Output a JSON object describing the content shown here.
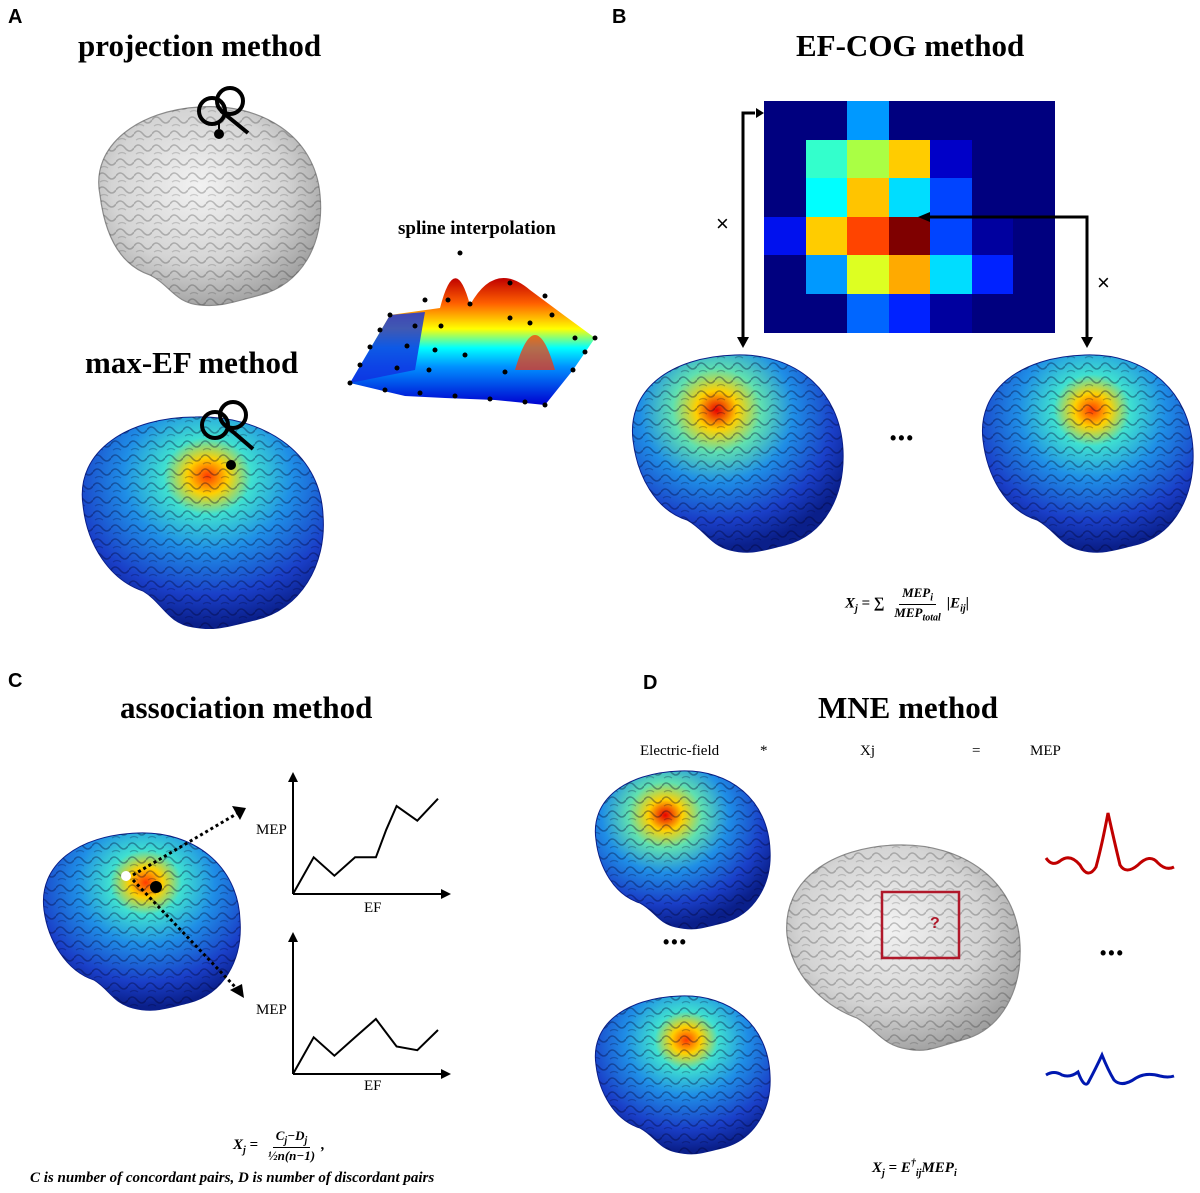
{
  "figure": {
    "panels": [
      {
        "letter": "A",
        "title": "projection method",
        "subtitle_2": "max-EF method",
        "inset_title": "spline interpolation"
      },
      {
        "letter": "B",
        "title": "EF-COG method",
        "cross_left": "×",
        "cross_right": "×",
        "ellipsis": "•••",
        "formula": {
          "lhs": "X",
          "lhs_sub": "j",
          "eq": " = ∑",
          "num": "MEP",
          "num_sub": "i",
          "den": "MEP",
          "den_sub": "total",
          "tail": "|E",
          "tail_sub": "ij",
          "tail_end": "|"
        }
      },
      {
        "letter": "C",
        "title": "association method",
        "top_chart": {
          "ylabel": "MEP",
          "xlabel": "EF"
        },
        "bottom_chart": {
          "ylabel": "MEP",
          "xlabel": "EF"
        },
        "formula": {
          "lhs": "X",
          "lhs_sub": "j",
          "eq": " = ",
          "num": "C",
          "num_sub": "j",
          "num_mid": "−D",
          "num_sub2": "j",
          "den": "½n(n−1)",
          "tail": ",",
          "line2": "C is number of concordant pairs, D is number of discordant pairs"
        }
      },
      {
        "letter": "D",
        "title": "MNE method",
        "header_labels": [
          "Electric-field",
          "*",
          "Xj",
          "=",
          "MEP"
        ],
        "question_mark": "?",
        "ellipsis_left": "•••",
        "ellipsis_right": "•••",
        "formula": {
          "lhs": "X",
          "lhs_sub": "j",
          "eq": " = E",
          "e_sup": "†",
          "e_sub": "ij",
          "tail": "MEP",
          "tail_sub": "i"
        }
      }
    ]
  },
  "chart_data": [
    {
      "type": "heatmap",
      "title": "EF-COG method grid",
      "rows": 6,
      "cols": 7,
      "colormap": "jet",
      "cells": [
        [
          "#00007f",
          "#00007f",
          "#0099ff",
          "#00007f",
          "#00007f",
          "#00007f",
          "#00007f"
        ],
        [
          "#00007f",
          "#33ffcc",
          "#aaff44",
          "#ffcc00",
          "#0000c8",
          "#00007f",
          "#00007f"
        ],
        [
          "#00007f",
          "#00ffff",
          "#ffc400",
          "#00ddff",
          "#0044ff",
          "#00007f",
          "#00007f"
        ],
        [
          "#0011ee",
          "#ffcc00",
          "#ff4400",
          "#7f0000",
          "#0044ff",
          "#00009f",
          "#00007f"
        ],
        [
          "#00007f",
          "#0099ff",
          "#ddff22",
          "#ffaa00",
          "#00ddff",
          "#0022ff",
          "#00007f"
        ],
        [
          "#00007f",
          "#00007f",
          "#0066ff",
          "#0022ff",
          "#00009f",
          "#00007f",
          "#00007f"
        ]
      ],
      "annotation": "arrow points to max cell (row 4, col 4)"
    },
    {
      "type": "line",
      "title": "association (concordant)",
      "xlabel": "EF",
      "ylabel": "MEP",
      "x": [
        0,
        1,
        2,
        3,
        4,
        4.5,
        5,
        6,
        7
      ],
      "values": [
        0,
        2.0,
        1.0,
        2.0,
        2.0,
        3.5,
        4.8,
        4.0,
        5.2
      ]
    },
    {
      "type": "line",
      "title": "association (discordant)",
      "xlabel": "EF",
      "ylabel": "MEP",
      "x": [
        0,
        1,
        2,
        3,
        4,
        5,
        6,
        7
      ],
      "values": [
        0,
        2.0,
        1.0,
        2.0,
        3.0,
        1.5,
        1.3,
        2.4
      ]
    }
  ],
  "colors": {
    "brain_gray": "#d6d6d6",
    "brain_blue": "#1a3fc8",
    "mep_red": "#c00000",
    "mep_blue": "#0018b0",
    "roi_box": "#b0182a"
  }
}
